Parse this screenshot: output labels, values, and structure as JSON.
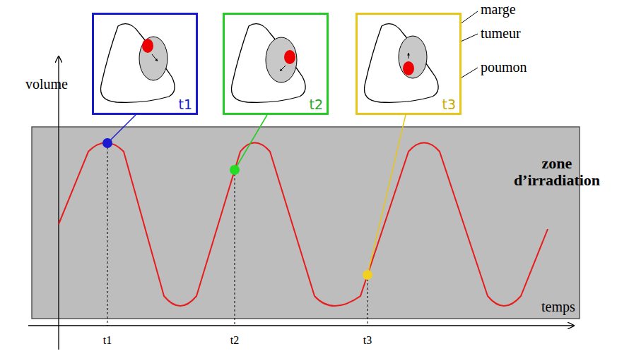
{
  "diagram": {
    "nodes": [
      {
        "text": [
          "t1"
        ]
      },
      {
        "text": [
          "t2"
        ]
      },
      {
        "text": [
          "t3"
        ]
      },
      {
        "text": [
          "zone d’irradiation"
        ]
      }
    ],
    "labels": [
      "marge",
      "tumeur",
      "poumon",
      "volume",
      "temps",
      "t1",
      "t2",
      "t3"
    ]
  }
}
